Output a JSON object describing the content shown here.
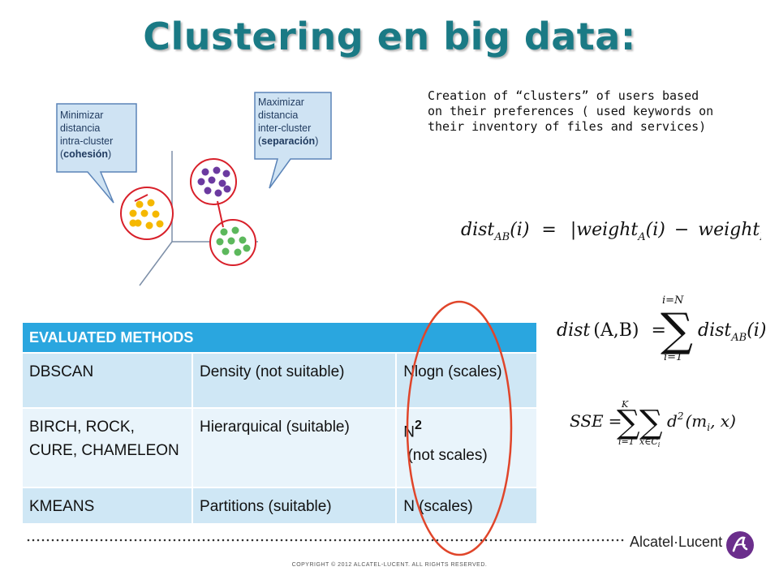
{
  "title": "Clustering en big data:",
  "intro": "Creation of “clusters” of users based on their preferences ( used keywords on their inventory of files and services)",
  "callouts": {
    "left": [
      "Minimizar",
      "distancia",
      "intra-cluster",
      "(",
      "cohesión",
      ")"
    ],
    "right": [
      "Maximizar",
      "distancia",
      "inter-cluster",
      "(",
      "separación",
      ")"
    ]
  },
  "colors": {
    "title": "#1a7a85",
    "header": "#2aa6df",
    "row_dark": "#cfe7f5",
    "row_light": "#e9f4fb",
    "ellipse": "#e0452a",
    "cluster_yellow": "#f5b800",
    "cluster_purple": "#6b3aa0",
    "cluster_green": "#5cb85c"
  },
  "formulas": {
    "dist_ab": {
      "lhs": "dist",
      "lhs_sub": "AB",
      "arg": "(i)",
      "eq": "=",
      "w": "weight",
      "a": "A",
      "b": "B",
      "minus": "−"
    },
    "dist_sum": {
      "lhs": "dist",
      "args": "(A,B)",
      "eq": "=",
      "top": "i=N",
      "bottom": "i=1",
      "term": "dist",
      "term_sub": "AB",
      "term_arg": "(i)"
    },
    "sse": {
      "lhs": "SSE",
      "eq": "=",
      "top": "K",
      "bottom1": "i=1",
      "bottom2": "x∈C",
      "bottom2_sub": "i",
      "d": "d",
      "pow": "2",
      "args": "(m",
      "args_sub": "i",
      "args_end": ", x)"
    }
  },
  "table": {
    "header": "EVALUATED METHODS",
    "rows": [
      {
        "method": "DBSCAN",
        "type": "Density (not suitable)",
        "complexity": "Nlogn (scales)"
      },
      {
        "method": "BIRCH, ROCK, CURE, CHAMELEON",
        "type": "Hierarquical (suitable)",
        "complexity_base": "N",
        "complexity_sup": "2",
        "complexity_note": "(not scales)"
      },
      {
        "method": "KMEANS",
        "type": "Partitions (suitable)",
        "complexity": "N (scales)"
      }
    ]
  },
  "footer": {
    "brand": "Alcatel·Lucent",
    "copyright": "COPYRIGHT © 2012 ALCATEL-LUCENT.  ALL RIGHTS RESERVED."
  }
}
